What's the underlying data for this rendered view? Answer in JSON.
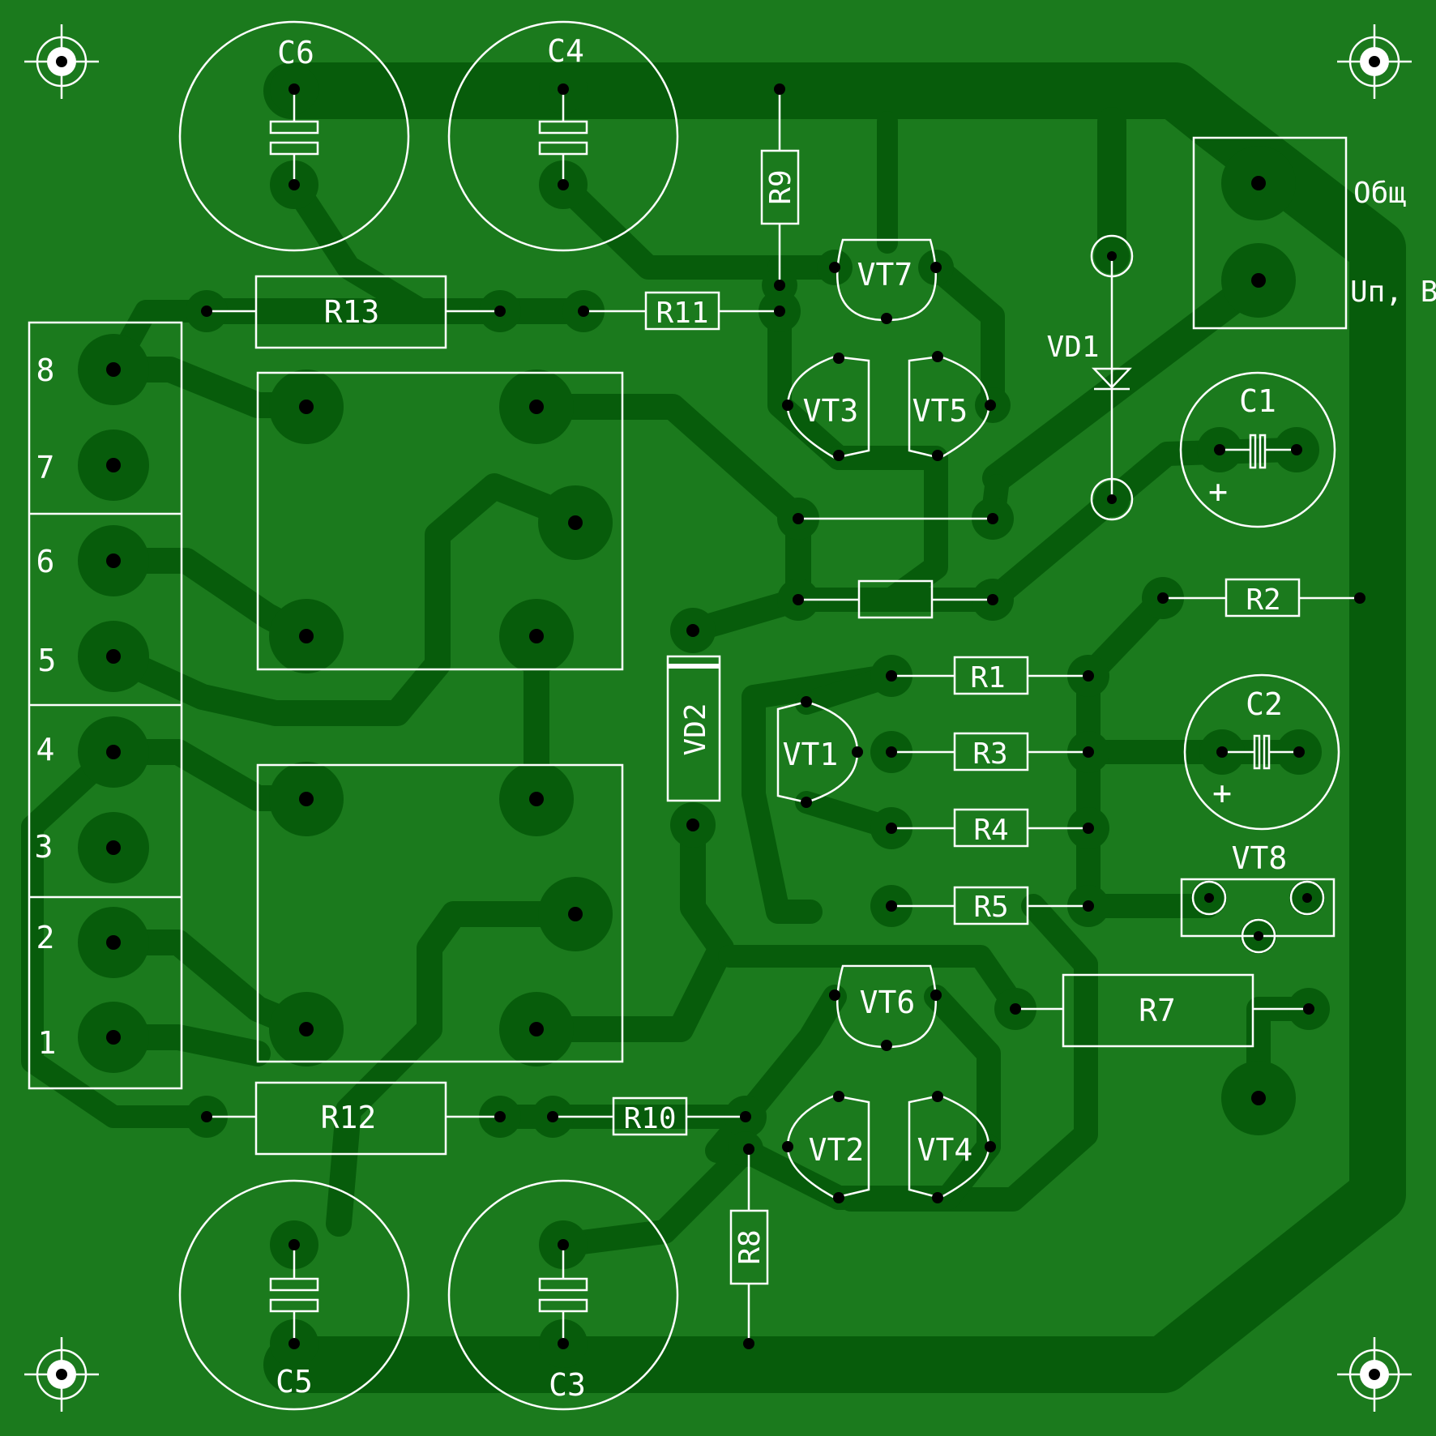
{
  "colors": {
    "board": "#1b7a1d",
    "copper": "#075c0b",
    "silkscreen": "#ffffff",
    "drill": "#000000"
  },
  "icons": [
    "fiducial-mark-icon",
    "capacitor-symbol-icon",
    "diode-symbol-icon"
  ],
  "labels": {
    "C6": "C6",
    "C4": "C4",
    "C5": "C5",
    "C3": "C3",
    "C1": "C1",
    "C2": "C2",
    "C1_plus": "+",
    "C2_plus": "+",
    "R1": "R1",
    "R2": "R2",
    "R3": "R3",
    "R4": "R4",
    "R5": "R5",
    "R7": "R7",
    "R8": "R8",
    "R9": "R9",
    "R10": "R10",
    "R11": "R11",
    "R12": "R12",
    "R13": "R13",
    "VT1": "VT1",
    "VT2": "VT2",
    "VT3": "VT3",
    "VT4": "VT4",
    "VT5": "VT5",
    "VT6": "VT6",
    "VT7": "VT7",
    "VT8": "VT8",
    "VD1": "VD1",
    "VD2": "VD2",
    "gnd": "Общ",
    "supply": "Uп, В",
    "connector_pins": [
      "8",
      "7",
      "6",
      "5",
      "4",
      "3",
      "2",
      "1"
    ]
  }
}
